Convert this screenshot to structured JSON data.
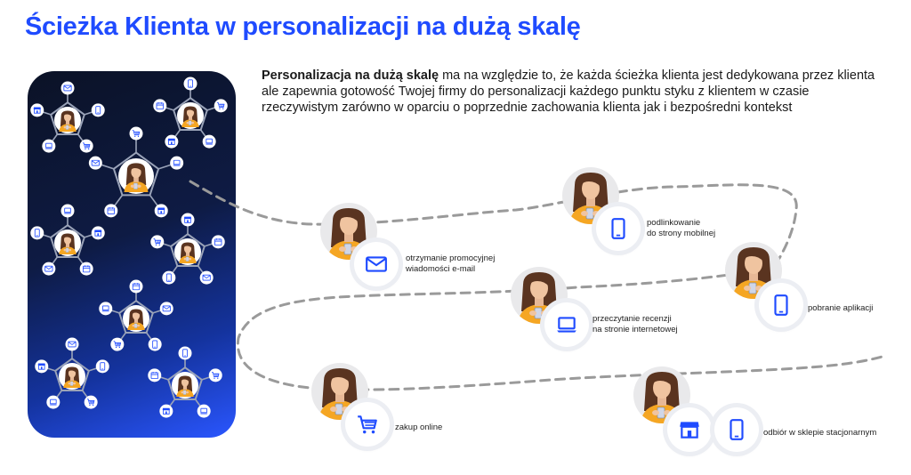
{
  "title": "Ścieżka Klienta w personalizacji na dużą skalę",
  "intro": {
    "bold": "Personalizacja na dużą skalę",
    "text": " ma na względzie to, że każda ścieżka klienta jest dedykowana przez klienta ale zapewnia gotowość Twojej firmy do personalizacji każdego punktu styku z klientem w czasie rzeczywistym zarówno w oparciu o poprzednie zachowania klienta jak i bezpośredni kontekst"
  },
  "colors": {
    "accent": "#1f4bff",
    "shirt": "#f5a623",
    "panel_dark": "#0b1226",
    "path": "#9a9a9a"
  },
  "network": {
    "hub_icons": [
      "mail-icon",
      "phone-icon",
      "cart-icon",
      "laptop-icon",
      "store-icon",
      "calendar-icon"
    ]
  },
  "steps": [
    {
      "id": "email",
      "label": "otrzymanie promocyjnej\nwiadomości e-mail",
      "icons": [
        "mail-icon"
      ]
    },
    {
      "id": "mobile-link",
      "label": "podlinkowanie\ndo strony mobilnej",
      "icons": [
        "phone-icon"
      ]
    },
    {
      "id": "app",
      "label": "pobranie aplikacji",
      "icons": [
        "phone-icon"
      ]
    },
    {
      "id": "review",
      "label": "przeczytanie recenzji\nna stronie internetowej",
      "icons": [
        "laptop-icon"
      ]
    },
    {
      "id": "online",
      "label": "zakup online",
      "icons": [
        "cart-icon"
      ]
    },
    {
      "id": "store",
      "label": "odbiór w sklepie stacjonarnym",
      "icons": [
        "store-icon",
        "phone-icon"
      ]
    }
  ]
}
